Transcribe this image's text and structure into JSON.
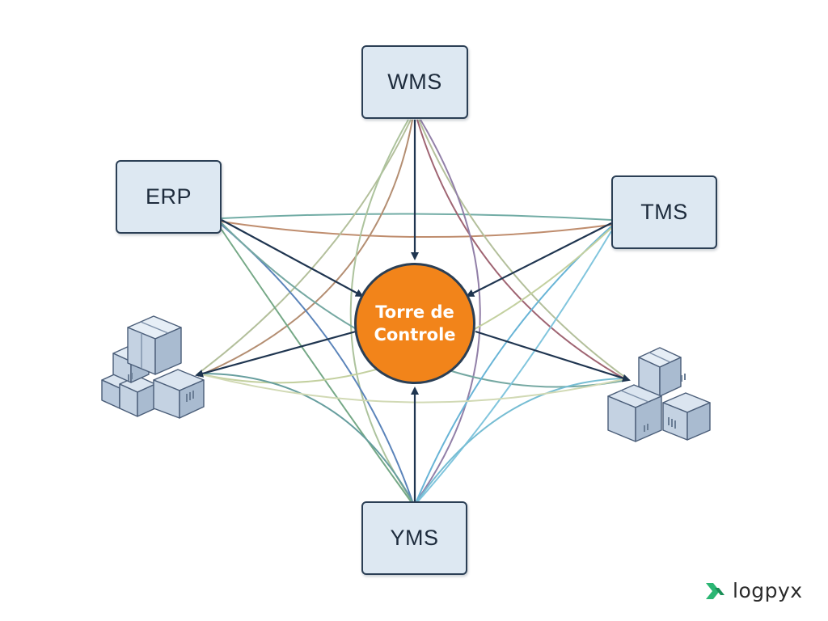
{
  "diagram": {
    "hub": {
      "label_line1": "Torre de",
      "label_line2": "Controle"
    },
    "systems": {
      "wms": "WMS",
      "erp": "ERP",
      "tms": "TMS",
      "yms": "YMS"
    },
    "colors": {
      "hub_fill": "#f2841a",
      "box_fill": "#dde8f2",
      "box_border": "#2b3f55",
      "arrow": "#1f3550"
    },
    "icons": {
      "left_inventory": "stacked-boxes-icon",
      "right_inventory": "stacked-boxes-icon",
      "brand": "logpyx-logo-icon"
    }
  },
  "brand": {
    "name": "logpyx",
    "color": "#2bb673"
  }
}
